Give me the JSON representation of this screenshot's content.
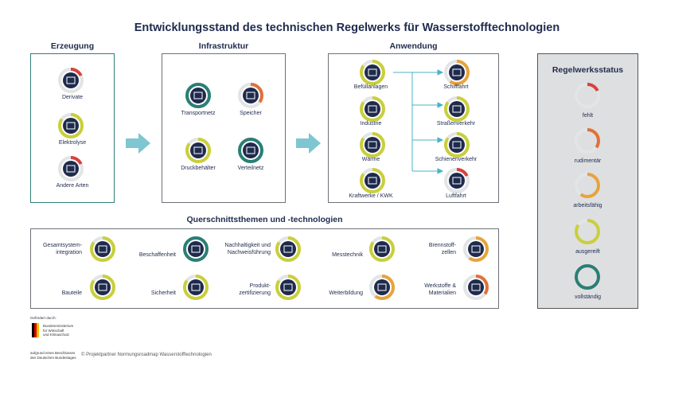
{
  "title": "Entwicklungsstand des technischen Regelwerks für Wasserstofftechnologien",
  "sections": {
    "erzeugung": {
      "title": "Erzeugung",
      "items": [
        {
          "label": "Derivate",
          "status": "fehlt"
        },
        {
          "label": "Elektrolyse",
          "status": "ausgereift"
        },
        {
          "label": "Andere Arten",
          "status": "fehlt"
        }
      ]
    },
    "infrastruktur": {
      "title": "Infrastruktur",
      "items": [
        {
          "label": "Transportnetz",
          "status": "vollständig"
        },
        {
          "label": "Speicher",
          "status": "rudimentär"
        },
        {
          "label": "Druckbehälter",
          "status": "ausgereift"
        },
        {
          "label": "Verteilnetz",
          "status": "vollständig"
        }
      ]
    },
    "anwendung": {
      "title": "Anwendung",
      "left": [
        {
          "label": "Befüllanlagen",
          "status": "ausgereift"
        },
        {
          "label": "Industrie",
          "status": "ausgereift"
        },
        {
          "label": "Wärme",
          "status": "ausgereift"
        },
        {
          "label": "Kraftwerke / KWK",
          "status": "ausgereift"
        }
      ],
      "right": [
        {
          "label": "Schifffahrt",
          "status": "arbeitsfähig"
        },
        {
          "label": "Straßenverkehr",
          "status": "ausgereift"
        },
        {
          "label": "Schienenverkehr",
          "status": "ausgereift"
        },
        {
          "label": "Luftfahrt",
          "status": "fehlt"
        }
      ]
    },
    "quer": {
      "title": "Querschnittsthemen und -technologien",
      "row1": [
        {
          "label": "Gesamtsystem-\nintegration",
          "status": "ausgereift"
        },
        {
          "label": "Beschaffenheit",
          "status": "vollständig"
        },
        {
          "label": "Nachhaltigkeit und\nNachweisführung",
          "status": "ausgereift"
        },
        {
          "label": "Messtechnik",
          "status": "ausgereift"
        },
        {
          "label": "Brennstoff-\nzellen",
          "status": "arbeitsfähig"
        }
      ],
      "row2": [
        {
          "label": "Bauteile",
          "status": "ausgereift"
        },
        {
          "label": "Sicherheit",
          "status": "ausgereift"
        },
        {
          "label": "Produkt-\nzertifizierung",
          "status": "ausgereift"
        },
        {
          "label": "Weiterbildung",
          "status": "arbeitsfähig"
        },
        {
          "label": "Werkstoffe &\nMaterialien",
          "status": "rudimentär"
        }
      ]
    }
  },
  "legend": {
    "title": "Regelwerksstatus",
    "items": [
      {
        "label": "fehlt",
        "color": "#d9423c"
      },
      {
        "label": "rudimentär",
        "color": "#e0713a"
      },
      {
        "label": "arbeitsfähig",
        "color": "#e8a33b"
      },
      {
        "label": "ausgereift",
        "color": "#c9cf3a"
      },
      {
        "label": "vollständig",
        "color": "#2a7f74"
      }
    ]
  },
  "status_colors": {
    "fehlt": "#d9423c",
    "rudimentär": "#e0713a",
    "arbeitsfähig": "#e8a33b",
    "ausgereift": "#c9cf3a",
    "vollständig": "#2a7f74"
  },
  "status_fill": {
    "fehlt": 0.18,
    "rudimentär": 0.35,
    "arbeitsfähig": 0.6,
    "ausgereift": 0.85,
    "vollständig": 1.0
  },
  "colors": {
    "navy": "#1f2b4d",
    "arrow": "#7ec6d2",
    "small_arrow": "#4bb3c6",
    "ring_bg": "#e3e4e6"
  },
  "footer": {
    "funded_by": "Gefördert durch:",
    "ministry": "Bundesministerium\nfür Wirtschaft\nund Klimaschutz",
    "decision": "aufgrund eines Beschlusses\ndes Deutschen Bundestages",
    "copyright": "© Projektpartner Normungsroadmap Wasserstofftechnologien"
  }
}
